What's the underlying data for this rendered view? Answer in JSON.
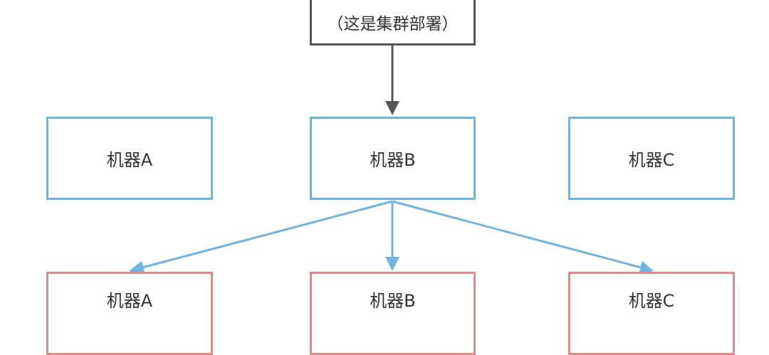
{
  "top": {
    "label": "（这是集群部署）"
  },
  "middle_row": [
    {
      "label": "机器A"
    },
    {
      "label": "机器B"
    },
    {
      "label": "机器C"
    }
  ],
  "bottom_row": [
    {
      "label": "机器A"
    },
    {
      "label": "机器B"
    },
    {
      "label": "机器C"
    }
  ],
  "colors": {
    "top_border": "#555555",
    "middle_border": "#6fb3e0",
    "bottom_border": "#e08a8a",
    "arrow_dark": "#555555",
    "arrow_blue": "#6fb3e0",
    "text": "#333333"
  }
}
